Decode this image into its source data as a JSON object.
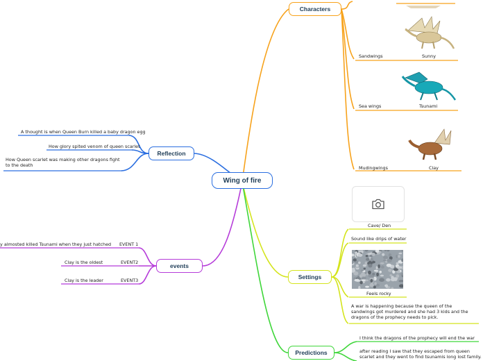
{
  "central": {
    "label": "Wing of fire"
  },
  "branches": {
    "characters": {
      "label": "Characters",
      "color": "#f7a21b",
      "items": [
        {
          "group": "Sandwings",
          "name": "Sunny"
        },
        {
          "group": "Sea wings",
          "name": "Tsunami"
        },
        {
          "group": "Mudingwings",
          "name": "Clay"
        }
      ]
    },
    "reflection": {
      "label": "Reflection",
      "color": "#2a6ee0",
      "items": [
        "A thought is when Queen Burn killed a baby dragon egg",
        "How glory spited venom of queen scarlet",
        "How Queen scarlet was making other dragons fight to the death"
      ]
    },
    "events": {
      "label": "events",
      "color": "#b53bd9",
      "items": [
        {
          "name": "EVENT 1",
          "detail": "y almosted killed Tsunami when they just hatched"
        },
        {
          "name": "EVENT2",
          "detail": "Clay is the oldest"
        },
        {
          "name": "EVENT3",
          "detail": "Clay is the leader"
        }
      ]
    },
    "settings": {
      "label": "Settings",
      "color": "#d4e41c",
      "items": [
        "Cave/ Den",
        "Sound like drips of water",
        "Feels rocky",
        "A war is happening because the queen of the sandwings got murdered and she had 3 kids and the dragons of the prophecy needs to pick."
      ]
    },
    "predictions": {
      "label": "Predictions",
      "color": "#3fd63a",
      "items": [
        "I think the dragons of the prophecy will end the war",
        "after reading I saw that they escaped from queen scarlet and they went to find tsunamis long lost family."
      ]
    }
  },
  "icons": {
    "camera": "camera-icon",
    "dragon_sand": "sand-dragon-image",
    "dragon_sea": "sea-dragon-image",
    "dragon_mud": "mud-dragon-image",
    "rocks": "rocky-texture-image"
  }
}
